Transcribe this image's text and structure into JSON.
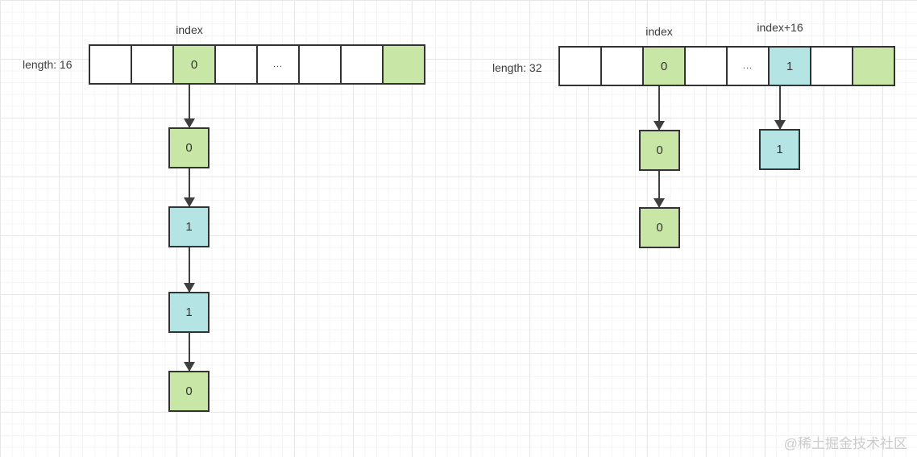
{
  "colors": {
    "green": "#c8e6a5",
    "blue": "#b5e4e5",
    "border": "#333333",
    "arrow": "#3f3f3f"
  },
  "diagram": {
    "left": {
      "index_label": "index",
      "length_label": "length: 16",
      "cells": [
        {
          "text": ""
        },
        {
          "text": ""
        },
        {
          "text": "0",
          "fill": "green"
        },
        {
          "text": ""
        },
        {
          "text": "...",
          "dots": true
        },
        {
          "text": ""
        },
        {
          "text": ""
        },
        {
          "text": "",
          "fill": "green"
        }
      ],
      "chain": [
        {
          "value": "0",
          "fill": "green"
        },
        {
          "value": "1",
          "fill": "blue"
        },
        {
          "value": "1",
          "fill": "blue"
        },
        {
          "value": "0",
          "fill": "green"
        }
      ]
    },
    "right": {
      "index_label": "index",
      "index_plus_label": "index+16",
      "length_label": "length: 32",
      "cells": [
        {
          "text": ""
        },
        {
          "text": ""
        },
        {
          "text": "0",
          "fill": "green"
        },
        {
          "text": ""
        },
        {
          "text": "...",
          "dots": true
        },
        {
          "text": "1",
          "fill": "blue"
        },
        {
          "text": ""
        },
        {
          "text": "",
          "fill": "green"
        }
      ],
      "chain_index": [
        {
          "value": "0",
          "fill": "green"
        },
        {
          "value": "0",
          "fill": "green"
        }
      ],
      "chain_index_plus": [
        {
          "value": "1",
          "fill": "blue"
        }
      ]
    }
  },
  "watermark": "@稀土掘金技术社区"
}
